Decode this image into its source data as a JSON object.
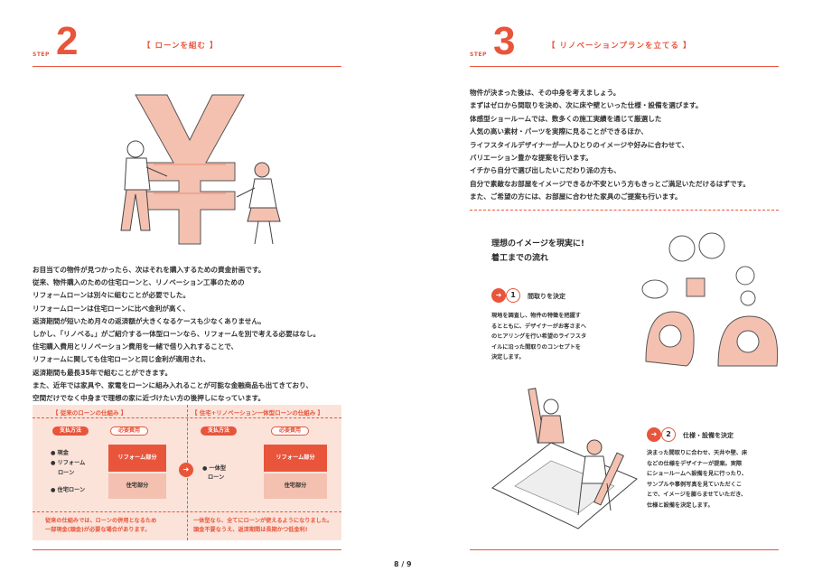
{
  "left": {
    "step_word": "STEP",
    "step_number": "2",
    "title": "【 ローンを組む 】",
    "body": [
      "お目当ての物件が見つかったら、次はそれを購入するための資金計画です。",
      "従来、物件購入のための住宅ローンと、リノベーション工事のための",
      "リフォームローンは別々に組むことが必要でした。",
      "リフォームローンは住宅ローンに比べ金利が高く、",
      "返済期間が短いため月々の返済額が大きくなるケースも少なくありません。",
      "しかし、「リノベる。」がご紹介する一体型ローンなら、リフォームを別で考える必要はなし。",
      "住宅購入費用とリノベーション費用を一緒で借り入れすることで、",
      "リフォームに関しても住宅ローンと同じ金利が適用され、",
      "返済期間も最長35年で組むことができます。",
      "また、近年では家具や、家電をローンに組み入れることが可能な金融商品も出てきており、",
      "空間だけでなく中身まで理想の家に近づけたい方の後押しになっています。"
    ],
    "comparison": {
      "left_heading": "【 従来のローンの仕組み 】",
      "right_heading": "【 住宅+リノベーション一体型ローンの仕組み 】",
      "pay_method": "支払方法",
      "needed_cost": "必要費用",
      "left_items": [
        "● 現金",
        "● リフォーム",
        "ローン",
        "● 住宅ローン"
      ],
      "right_items": [
        "● 一体型",
        "ローン"
      ],
      "reform_part": "リフォーム部分",
      "house_part": "住宅部分",
      "left_note": [
        "従来の仕組みでは、ローンの併用となるため",
        "一部現金(頭金)が必要な場合があります。"
      ],
      "right_note": [
        "一体型なら、全てにローンが使えるようになりました。",
        "頭金不要なうえ、返済期間は長期かつ低金利!"
      ]
    }
  },
  "right": {
    "step_word": "STEP",
    "step_number": "3",
    "title": "【 リノベーションプランを立てる 】",
    "body": [
      "物件が決まった後は、その中身を考えましょう。",
      "まずはゼロから間取りを決め、次に床や壁といった仕様・設備を選びます。",
      "体感型ショールームでは、数多くの施工実績を通じて厳選した",
      "人気の高い素材・パーツを実際に見ることができるほか、",
      "ライフスタイルデザイナーが一人ひとりのイメージや好みに合わせて、",
      "バリエーション豊かな提案を行います。",
      "イチから自分で選び出したいこだわり派の方も、",
      "自分で素敵なお部屋をイメージできるか不安という方もきっとご満足いただけるはずです。",
      "また、ご希望の方には、お部屋に合わせた家具のご提案も行います。"
    ],
    "flow_title": [
      "理想のイメージを現実に!",
      "着工までの流れ"
    ],
    "step1": {
      "number": "1",
      "label": "間取りを決定",
      "desc": [
        "現地を調査し、物件の特徴を把握す",
        "るとともに、デザイナーがお客さまへ",
        "のヒアリングを行い希望のライフスタ",
        "イルに沿った間取りのコンセプトを",
        "決定します。"
      ]
    },
    "step2": {
      "number": "2",
      "label": "仕様・設備を決定",
      "desc": [
        "決まった間取りに合わせ、天井や壁、床",
        "などの仕様をデザイナーが提案。実際",
        "にショールームへ設備を見に行ったり、",
        "サンプルや事例写真を見ていただくこ",
        "とで、イメージを膨らませていただき、",
        "仕様と設備を決定します。"
      ]
    }
  },
  "footer": {
    "page_numbers": "8 / 9"
  },
  "colors": {
    "accent": "#e8553b",
    "pink": "#f4c1b0"
  }
}
